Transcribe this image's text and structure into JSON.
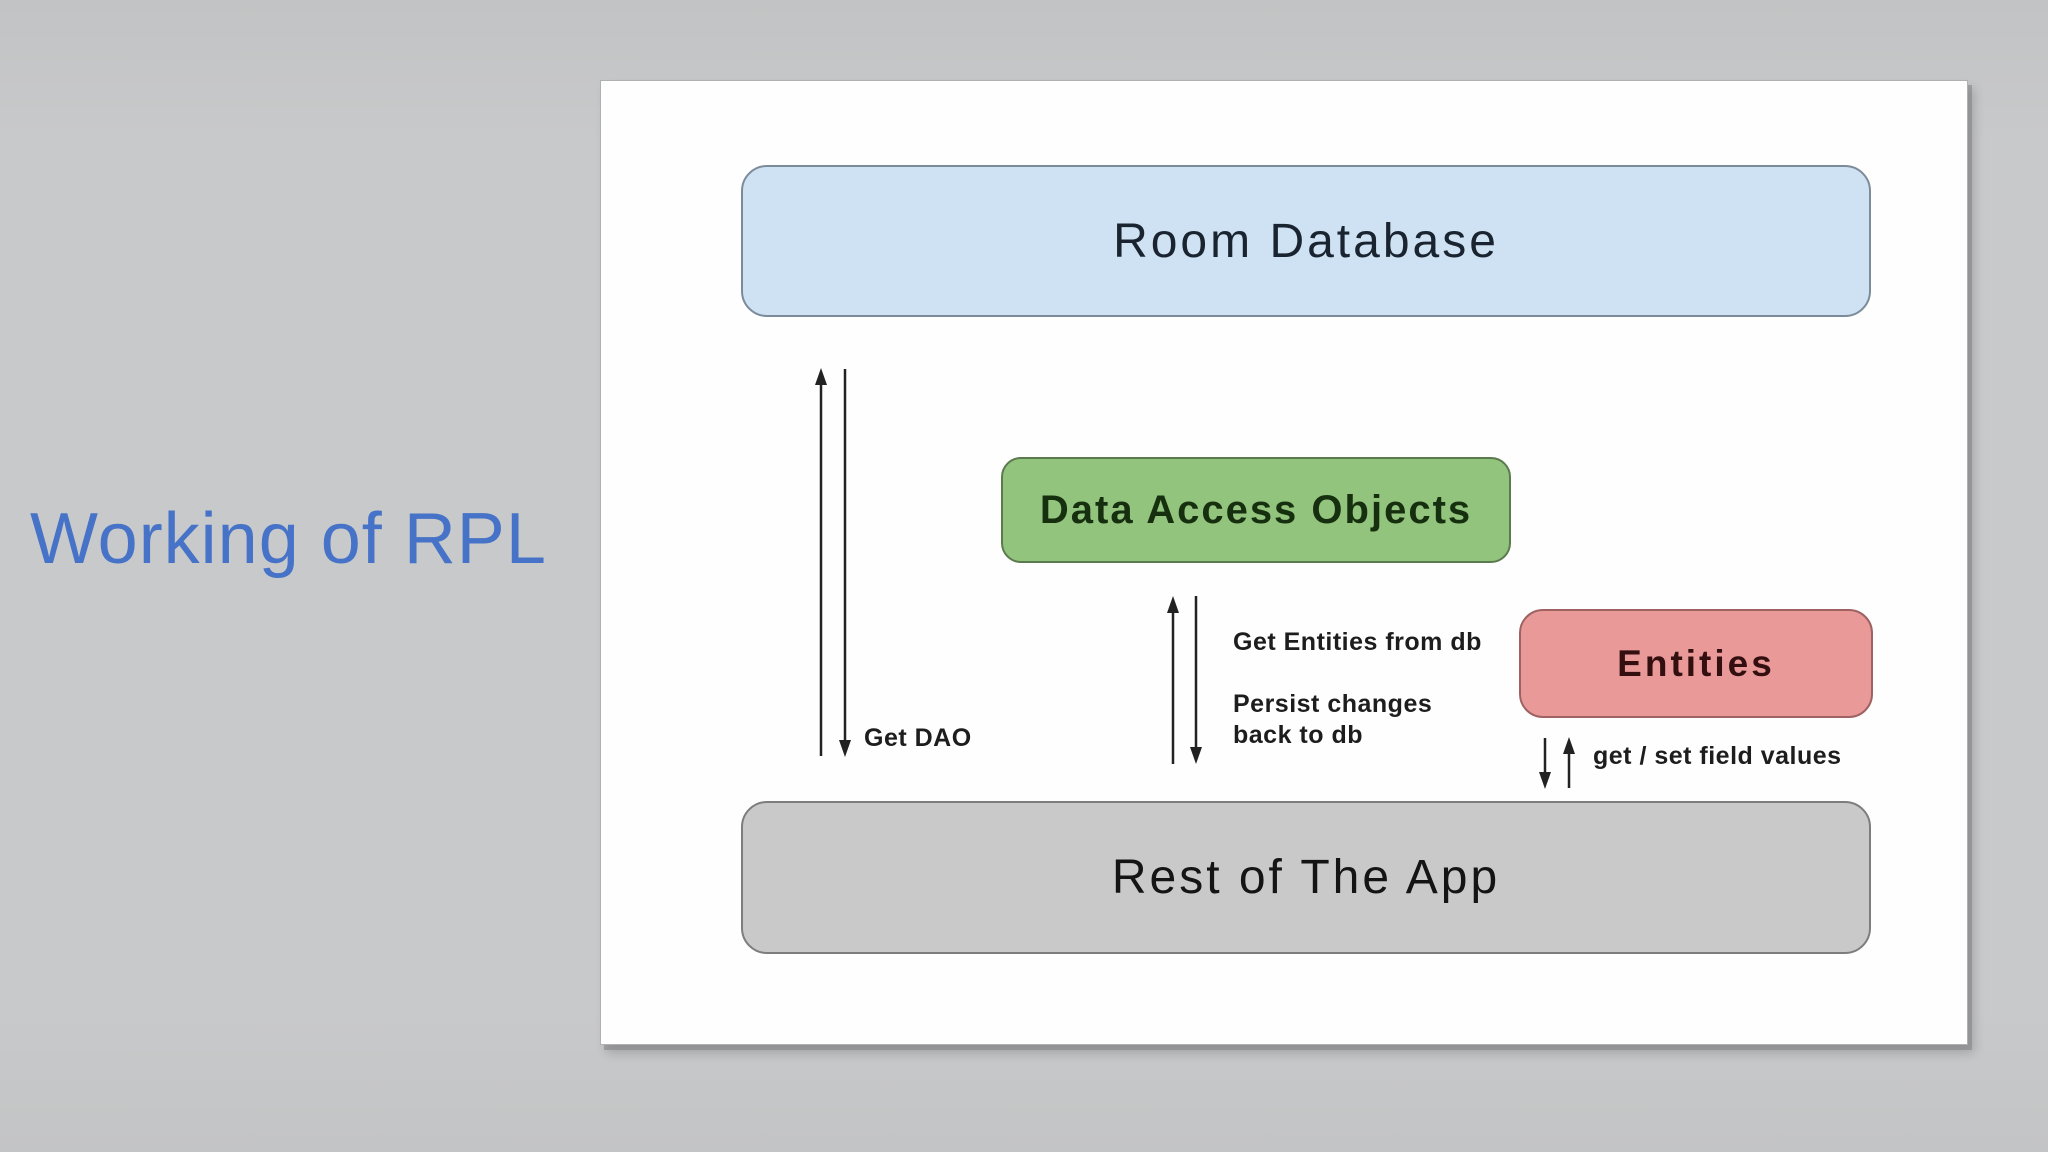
{
  "slide": {
    "title": "Working of RPL",
    "title_color": "#4673c8",
    "background_color": "#c6c7c8",
    "panel_color": "#fefefe"
  },
  "diagram": {
    "boxes": {
      "room_database": {
        "label": "Room Database",
        "fill": "#cfe2f3",
        "border": "#7c8b99"
      },
      "data_access_objects": {
        "label": "Data Access Objects",
        "fill": "#93c47d",
        "border": "#5b7a4e"
      },
      "entities": {
        "label": "Entities",
        "fill": "#ea9999",
        "border": "#9e6262"
      },
      "rest_of_app": {
        "label": "Rest of The App",
        "fill": "#c9c9c9",
        "border": "#7d7d7d"
      }
    },
    "arrow_labels": {
      "get_dao": "Get DAO",
      "get_entities_from_db": "Get Entities from db",
      "persist_changes": "Persist changes back to db",
      "get_set_field_values": "get / set field values"
    },
    "arrow_color": "#222222"
  }
}
